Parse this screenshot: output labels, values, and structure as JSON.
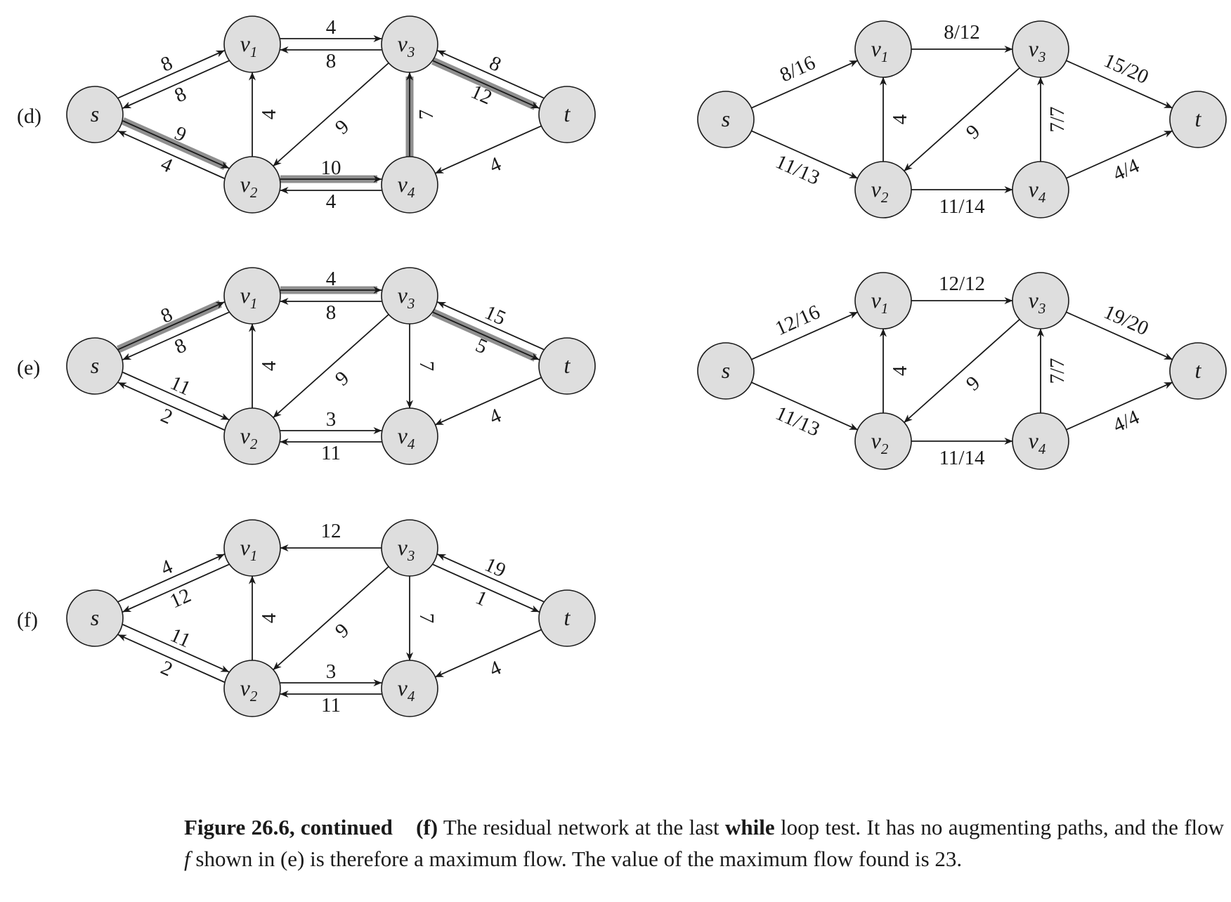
{
  "panels": [
    {
      "id": "d-residual",
      "label": "(d)",
      "edges": [
        {
          "from": "s",
          "to": "v1",
          "label": "8",
          "hl": false,
          "pair": -1
        },
        {
          "from": "v1",
          "to": "s",
          "label": "8",
          "hl": false,
          "pair": 1
        },
        {
          "from": "s",
          "to": "v2",
          "label": "9",
          "hl": true,
          "pair": -1
        },
        {
          "from": "v2",
          "to": "s",
          "label": "4",
          "hl": false,
          "pair": 1
        },
        {
          "from": "v1",
          "to": "v3",
          "label": "4",
          "hl": false,
          "pair": -1
        },
        {
          "from": "v3",
          "to": "v1",
          "label": "8",
          "hl": false,
          "pair": 1
        },
        {
          "from": "v2",
          "to": "v1",
          "label": "4",
          "hl": false,
          "pair": 0
        },
        {
          "from": "v3",
          "to": "v2",
          "label": "9",
          "hl": false,
          "pair": 0
        },
        {
          "from": "v2",
          "to": "v4",
          "label": "10",
          "hl": true,
          "pair": -1
        },
        {
          "from": "v4",
          "to": "v2",
          "label": "4",
          "hl": false,
          "pair": 1
        },
        {
          "from": "v4",
          "to": "v3",
          "label": "7",
          "hl": true,
          "pair": 0
        },
        {
          "from": "v3",
          "to": "t",
          "label": "12",
          "hl": true,
          "pair": -1
        },
        {
          "from": "t",
          "to": "v3",
          "label": "8",
          "hl": false,
          "pair": 1
        },
        {
          "from": "t",
          "to": "v4",
          "label": "4",
          "hl": false,
          "pair": 0
        }
      ]
    },
    {
      "id": "d-flow",
      "label": "",
      "edges": [
        {
          "from": "s",
          "to": "v1",
          "label": "8/16",
          "hl": false,
          "pair": 0
        },
        {
          "from": "s",
          "to": "v2",
          "label": "11/13",
          "hl": false,
          "pair": 0
        },
        {
          "from": "v1",
          "to": "v3",
          "label": "8/12",
          "hl": false,
          "pair": 0
        },
        {
          "from": "v2",
          "to": "v1",
          "label": "4",
          "hl": false,
          "pair": 0
        },
        {
          "from": "v3",
          "to": "v2",
          "label": "9",
          "hl": false,
          "pair": 0
        },
        {
          "from": "v2",
          "to": "v4",
          "label": "11/14",
          "hl": false,
          "pair": 0
        },
        {
          "from": "v4",
          "to": "v3",
          "label": "7/7",
          "hl": false,
          "pair": 0
        },
        {
          "from": "v3",
          "to": "t",
          "label": "15/20",
          "hl": false,
          "pair": 0
        },
        {
          "from": "v4",
          "to": "t",
          "label": "4/4",
          "hl": false,
          "pair": 0
        }
      ]
    },
    {
      "id": "e-residual",
      "label": "(e)",
      "edges": [
        {
          "from": "s",
          "to": "v1",
          "label": "8",
          "hl": true,
          "pair": -1
        },
        {
          "from": "v1",
          "to": "s",
          "label": "8",
          "hl": false,
          "pair": 1
        },
        {
          "from": "s",
          "to": "v2",
          "label": "11",
          "hl": false,
          "pair": -1
        },
        {
          "from": "v2",
          "to": "s",
          "label": "2",
          "hl": false,
          "pair": 1
        },
        {
          "from": "v1",
          "to": "v3",
          "label": "4",
          "hl": true,
          "pair": -1
        },
        {
          "from": "v3",
          "to": "v1",
          "label": "8",
          "hl": false,
          "pair": 1
        },
        {
          "from": "v2",
          "to": "v1",
          "label": "4",
          "hl": false,
          "pair": 0
        },
        {
          "from": "v3",
          "to": "v2",
          "label": "9",
          "hl": false,
          "pair": 0
        },
        {
          "from": "v2",
          "to": "v4",
          "label": "3",
          "hl": false,
          "pair": -1
        },
        {
          "from": "v4",
          "to": "v2",
          "label": "11",
          "hl": false,
          "pair": 1
        },
        {
          "from": "v3",
          "to": "v4",
          "label": "7",
          "hl": false,
          "pair": 0
        },
        {
          "from": "v3",
          "to": "t",
          "label": "5",
          "hl": true,
          "pair": -1
        },
        {
          "from": "t",
          "to": "v3",
          "label": "15",
          "hl": false,
          "pair": 1
        },
        {
          "from": "t",
          "to": "v4",
          "label": "4",
          "hl": false,
          "pair": 0
        }
      ]
    },
    {
      "id": "e-flow",
      "label": "",
      "edges": [
        {
          "from": "s",
          "to": "v1",
          "label": "12/16",
          "hl": false,
          "pair": 0
        },
        {
          "from": "s",
          "to": "v2",
          "label": "11/13",
          "hl": false,
          "pair": 0
        },
        {
          "from": "v1",
          "to": "v3",
          "label": "12/12",
          "hl": false,
          "pair": 0
        },
        {
          "from": "v2",
          "to": "v1",
          "label": "4",
          "hl": false,
          "pair": 0
        },
        {
          "from": "v3",
          "to": "v2",
          "label": "9",
          "hl": false,
          "pair": 0
        },
        {
          "from": "v2",
          "to": "v4",
          "label": "11/14",
          "hl": false,
          "pair": 0
        },
        {
          "from": "v4",
          "to": "v3",
          "label": "7/7",
          "hl": false,
          "pair": 0
        },
        {
          "from": "v3",
          "to": "t",
          "label": "19/20",
          "hl": false,
          "pair": 0
        },
        {
          "from": "v4",
          "to": "t",
          "label": "4/4",
          "hl": false,
          "pair": 0
        }
      ]
    },
    {
      "id": "f-residual",
      "label": "(f)",
      "edges": [
        {
          "from": "s",
          "to": "v1",
          "label": "4",
          "hl": false,
          "pair": -1
        },
        {
          "from": "v1",
          "to": "s",
          "label": "12",
          "hl": false,
          "pair": 1
        },
        {
          "from": "s",
          "to": "v2",
          "label": "11",
          "hl": false,
          "pair": -1
        },
        {
          "from": "v2",
          "to": "s",
          "label": "2",
          "hl": false,
          "pair": 1
        },
        {
          "from": "v3",
          "to": "v1",
          "label": "12",
          "hl": false,
          "pair": 0
        },
        {
          "from": "v2",
          "to": "v1",
          "label": "4",
          "hl": false,
          "pair": 0
        },
        {
          "from": "v3",
          "to": "v2",
          "label": "9",
          "hl": false,
          "pair": 0
        },
        {
          "from": "v2",
          "to": "v4",
          "label": "3",
          "hl": false,
          "pair": -1
        },
        {
          "from": "v4",
          "to": "v2",
          "label": "11",
          "hl": false,
          "pair": 1
        },
        {
          "from": "v3",
          "to": "v4",
          "label": "7",
          "hl": false,
          "pair": 0
        },
        {
          "from": "v3",
          "to": "t",
          "label": "1",
          "hl": false,
          "pair": -1
        },
        {
          "from": "t",
          "to": "v3",
          "label": "19",
          "hl": false,
          "pair": 1
        },
        {
          "from": "t",
          "to": "v4",
          "label": "4",
          "hl": false,
          "pair": 0
        }
      ]
    }
  ],
  "node_names": {
    "s": "s",
    "v1": "v",
    "v2": "v",
    "v3": "v",
    "v4": "v",
    "t": "t"
  },
  "node_subscripts": {
    "s": "",
    "v1": "1",
    "v2": "2",
    "v3": "3",
    "v4": "4",
    "t": ""
  },
  "caption": {
    "figure_label": "Figure 26.6, continued",
    "panel_tag": "(f)",
    "text_1": "The residual network at the last",
    "keyword": "while",
    "text_2": "loop test. It has no augmenting paths, and the flow",
    "flow_symbol": "f",
    "text_3": "shown in (e) is therefore a maximum flow. The value of the maximum flow found is 23."
  }
}
